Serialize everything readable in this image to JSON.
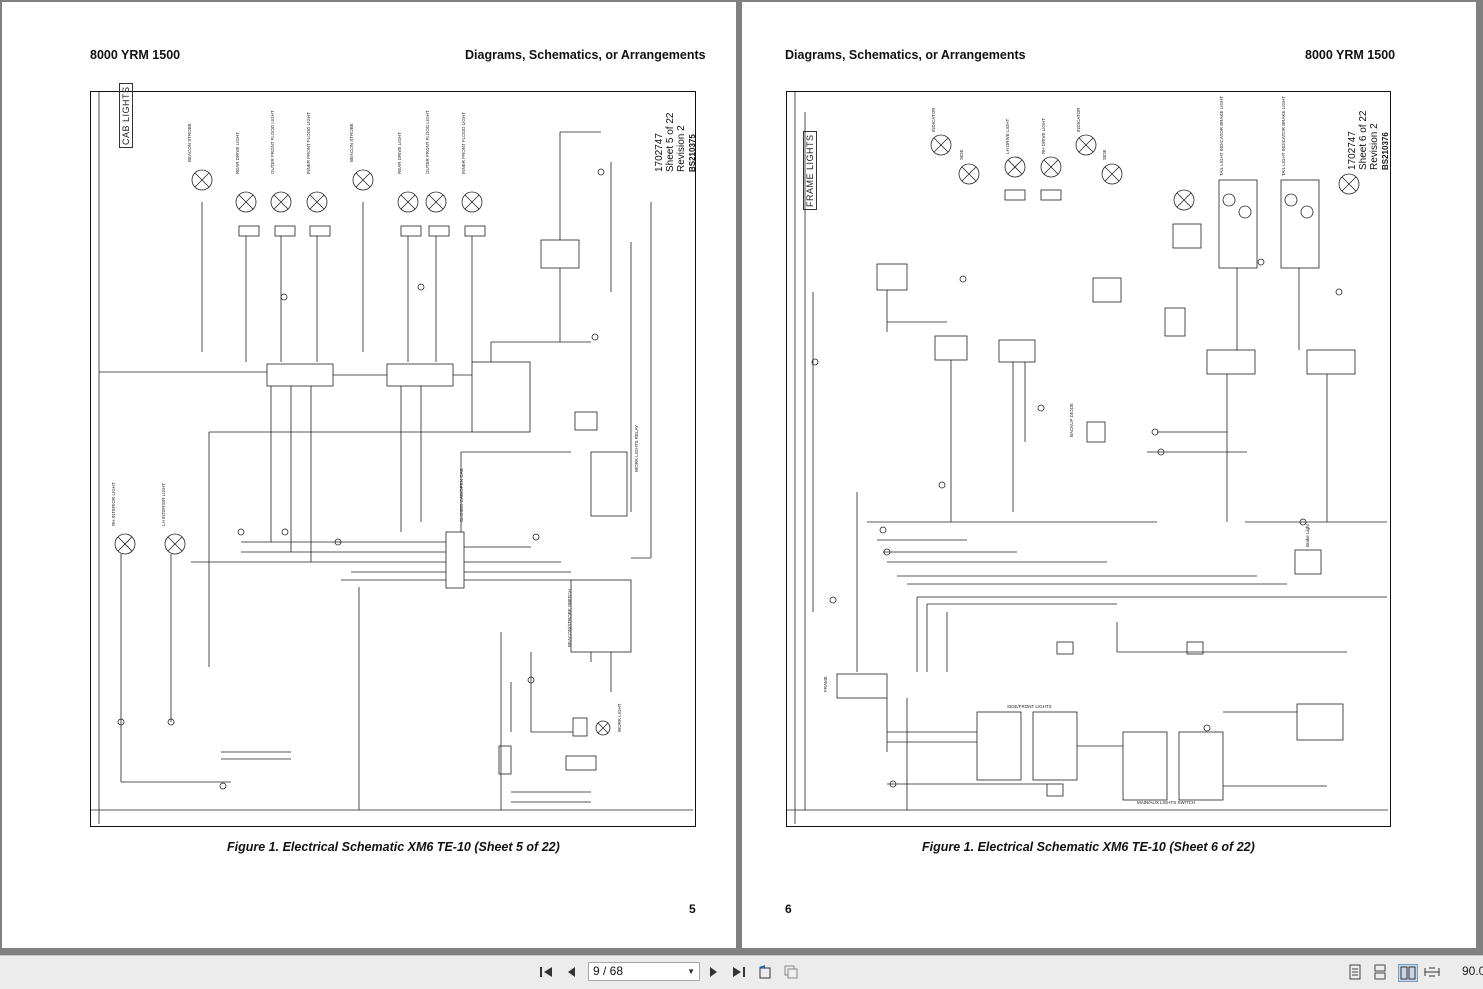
{
  "document": {
    "left_page": {
      "header_left": "8000 YRM 1500",
      "header_right": "Diagrams, Schematics, or Arrangements",
      "caption": "Figure 1.  Electrical Schematic XM6 TE-10 (Sheet 5 of 22)",
      "page_number": "5",
      "drawing_number": "1702747",
      "sheet": "Sheet 5 of 22",
      "revision": "Revision 2",
      "code": "BS210375",
      "area_title": "CAB LIGHTS"
    },
    "right_page": {
      "header_left": "Diagrams, Schematics, or Arrangements",
      "header_right": "8000 YRM 1500",
      "caption": "Figure 1.  Electrical Schematic XM6 TE-10 (Sheet 6 of 22)",
      "page_number": "6",
      "drawing_number": "1702747",
      "sheet": "Sheet 6 of 22",
      "revision": "Revision 2",
      "code": "BS210376",
      "area_title": "FRAME LIGHTS"
    }
  },
  "toolbar": {
    "first_page_icon": "first-page-icon",
    "prev_page_icon": "prev-page-icon",
    "page_indicator": "9 / 68",
    "next_page_icon": "next-page-icon",
    "last_page_icon": "last-page-icon",
    "rotate_icon": "rotate-icon",
    "copy_icon": "copy-icon",
    "single_page_icon": "single-page-icon",
    "continuous_icon": "continuous-icon",
    "facing_icon": "facing-icon",
    "fit_icon": "fit-width-icon",
    "zoom": "90.0"
  }
}
